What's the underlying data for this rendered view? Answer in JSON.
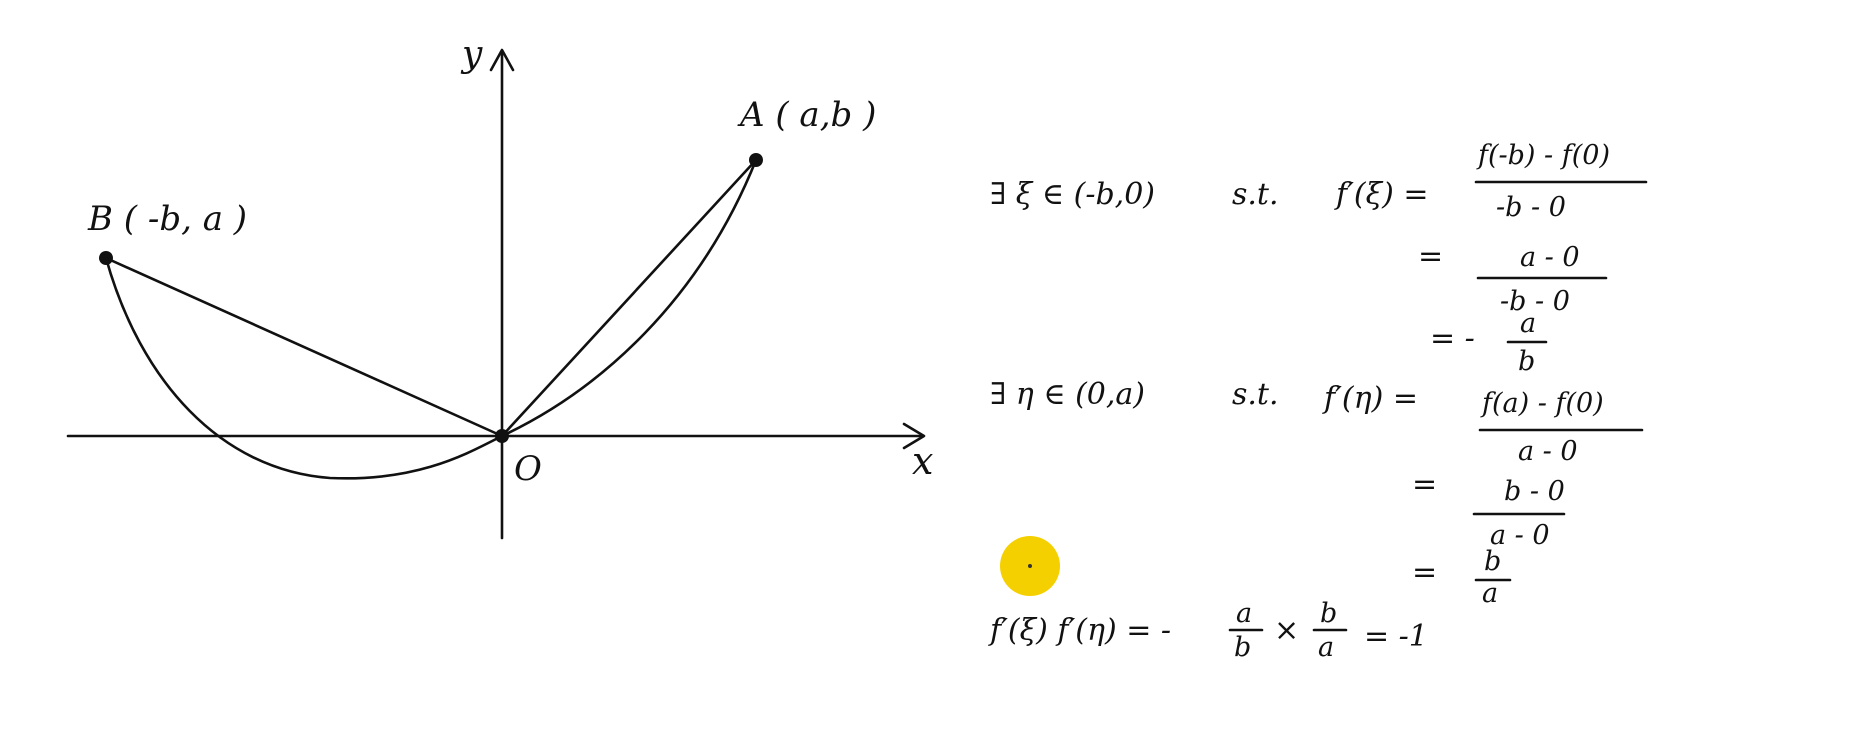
{
  "graph": {
    "x_axis_label": "x",
    "y_axis_label": "y",
    "origin_label": "O",
    "point_a_label": "A ( a,b )",
    "point_b_label": "B ( -b, a )"
  },
  "derivation": {
    "line1_left": "∃ ξ ∈ (-b,0)",
    "line1_st": "s.t.",
    "line1_fprime": "f′(ξ) =",
    "line1_num": "f(-b) - f(0)",
    "line1_den": "-b - 0",
    "line2_eq": "=",
    "line2_num": "a - 0",
    "line2_den": "-b - 0",
    "line3_eq": "= -",
    "line3_num": "a",
    "line3_den": "b",
    "line4_left": "∃ η ∈ (0,a)",
    "line4_st": "s.t.",
    "line4_fprime": "f′(η) =",
    "line4_num": "f(a) - f(0)",
    "line4_den": "a - 0",
    "line5_eq": "=",
    "line5_num": "b - 0",
    "line5_den": "a - 0",
    "line6_eq": "=",
    "line6_num": "b",
    "line6_den": "a",
    "final_left": "f′(ξ) f′(η) =  -",
    "final_frac1_num": "a",
    "final_frac1_den": "b",
    "final_times": "×",
    "final_frac2_num": "b",
    "final_frac2_den": "a",
    "final_result": "= -1"
  },
  "colors": {
    "ink": "#111111",
    "cursor_highlight": "#f5d000"
  }
}
